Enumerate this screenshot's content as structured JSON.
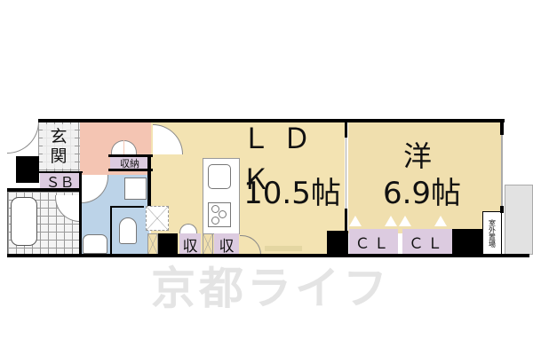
{
  "floorplan": {
    "rooms": {
      "entrance": {
        "label_line1": "玄",
        "label_line2": "関"
      },
      "shoe_box": {
        "label": "ＳＢ"
      },
      "storage_hall": {
        "label": "収納"
      },
      "ldk": {
        "name": "ＬＤＫ",
        "size": "10.5帖"
      },
      "western_room": {
        "name": "洋",
        "size": "6.9帖"
      },
      "storage_1": {
        "label": "収"
      },
      "storage_2": {
        "label": "収"
      },
      "closet_1": {
        "label": "ＣＬ"
      },
      "closet_2": {
        "label": "ＣＬ"
      },
      "outdoor_storage": {
        "label": "室外置場"
      }
    },
    "watermark": "京都ライフ",
    "colors": {
      "ldk_floor": "#f3e3b2",
      "western_floor": "#f0dfae",
      "hall_floor": "#f4c5b3",
      "wet_area": "#bcd3e8",
      "storage": "#dccbe0",
      "wall": "#000000",
      "balcony": "#e2e2e2"
    }
  }
}
